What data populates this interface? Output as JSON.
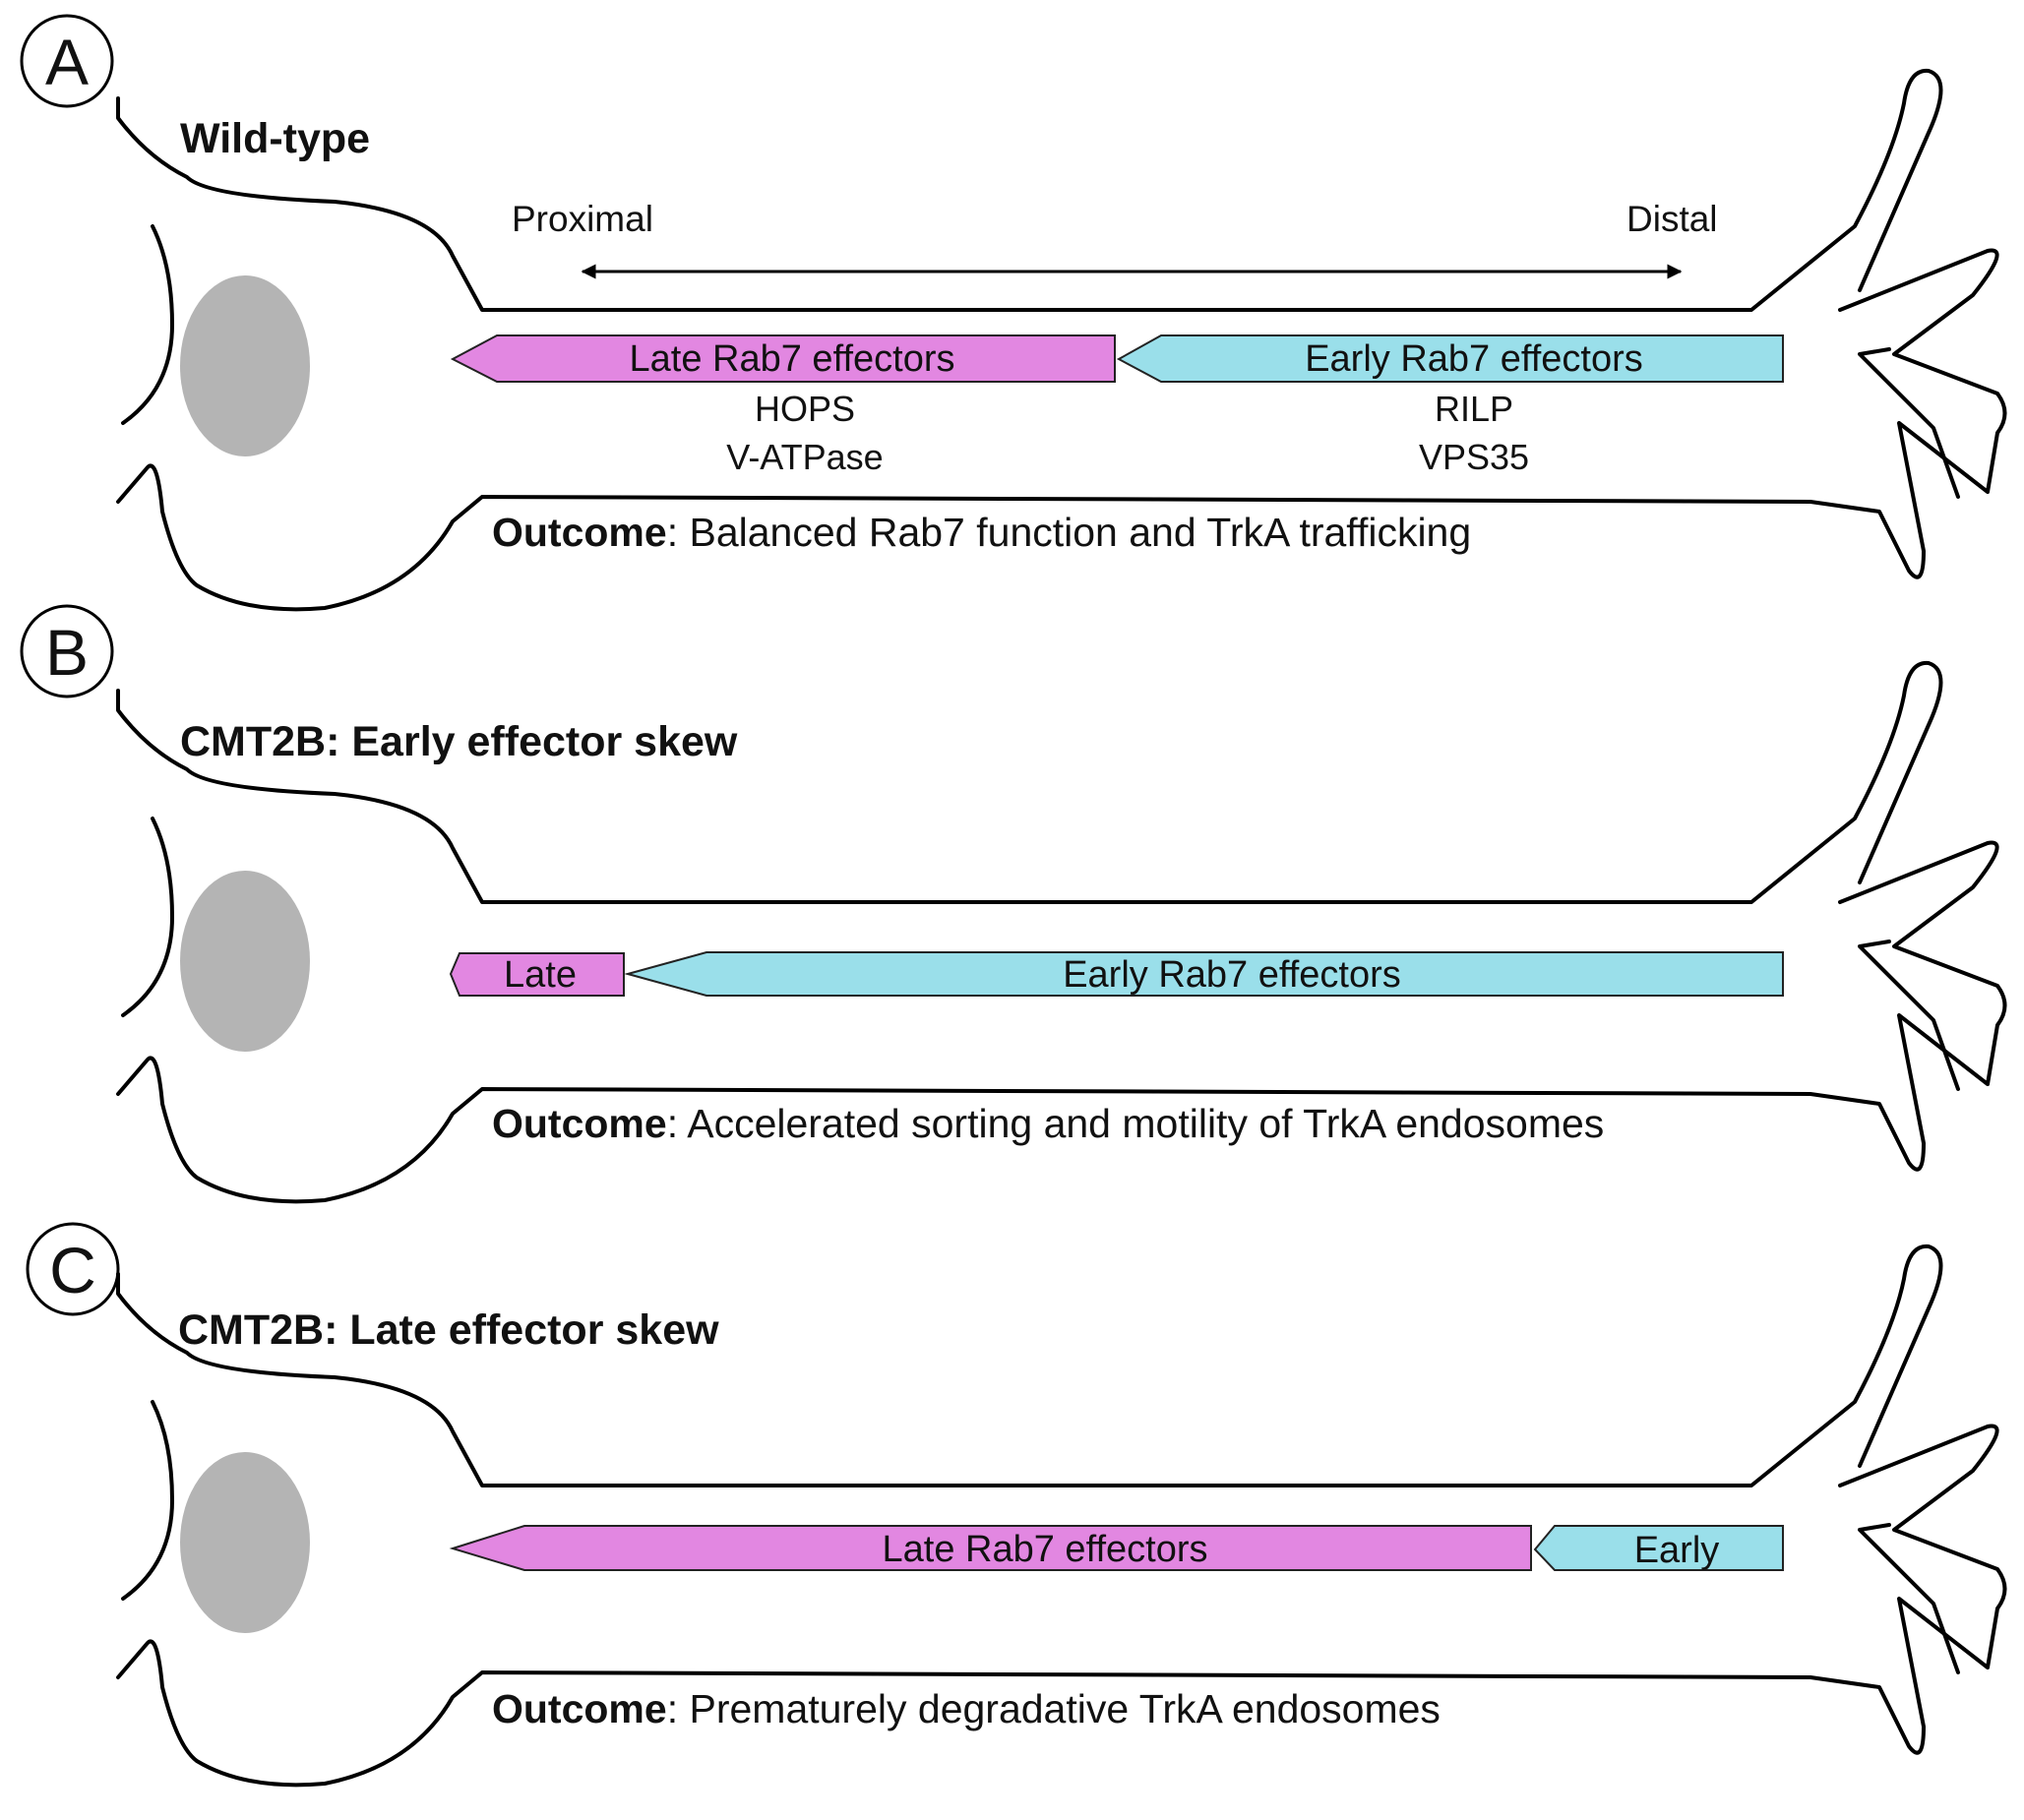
{
  "colors": {
    "late": "#e287e1",
    "early": "#9adfea",
    "nucleus": "#b4b4b4",
    "outline": "#000000"
  },
  "axis": {
    "proximal": "Proximal",
    "distal": "Distal"
  },
  "panels": [
    {
      "letter": "A",
      "title": "Wild-type",
      "late_label": "Late Rab7 effectors",
      "early_label": "Early Rab7 effectors",
      "late_examples": [
        "HOPS",
        "V-ATPase"
      ],
      "early_examples": [
        "RILP",
        "VPS35"
      ],
      "outcome_bold": "Outcome",
      "outcome_text": ": Balanced Rab7 function and TrkA trafficking"
    },
    {
      "letter": "B",
      "title": "CMT2B: Early effector skew",
      "late_label": "Late",
      "early_label": "Early Rab7 effectors",
      "outcome_bold": "Outcome",
      "outcome_text": ": Accelerated sorting and motility of TrkA endosomes"
    },
    {
      "letter": "C",
      "title": "CMT2B: Late effector skew",
      "late_label": "Late Rab7 effectors",
      "early_label": "Early",
      "outcome_bold": "Outcome",
      "outcome_text": ": Prematurely degradative TrkA endosomes"
    }
  ]
}
